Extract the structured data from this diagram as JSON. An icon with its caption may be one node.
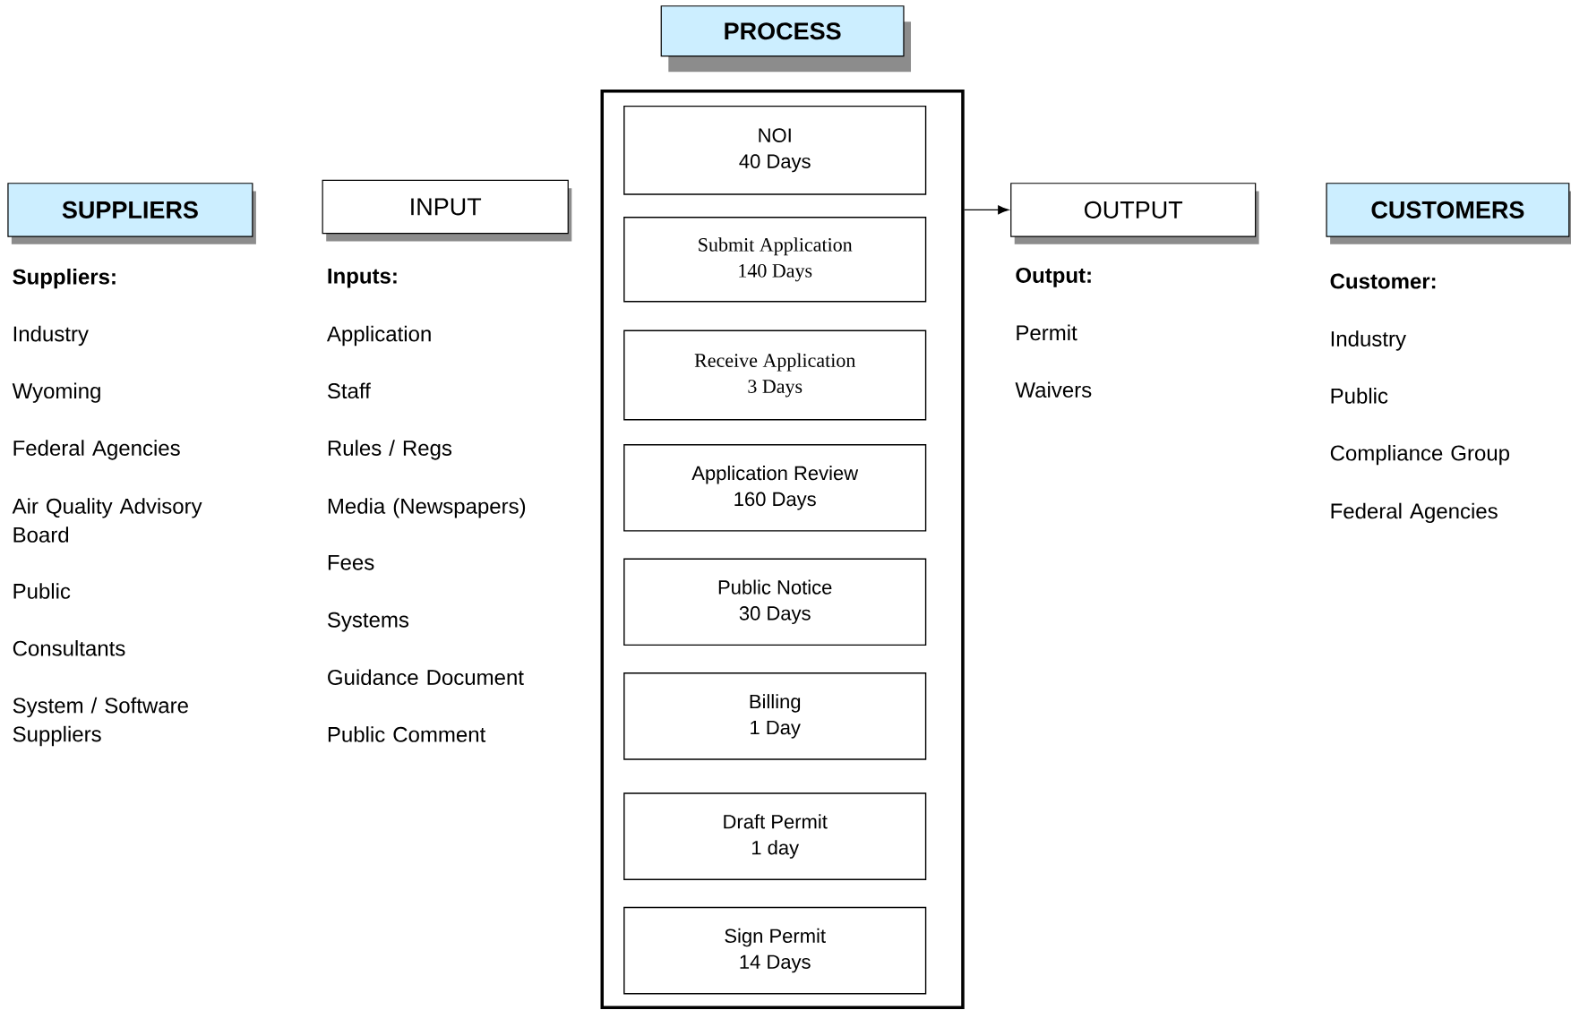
{
  "diagram": {
    "nodes": [
      {
        "text": [
          "PROCESS"
        ]
      },
      {
        "text": [],
        "shape": "box"
      },
      {
        "text": [
          "NOI",
          "40 Days"
        ],
        "in": 1
      },
      {
        "text": [
          "Submit Application",
          "140 Days"
        ],
        "in": 1
      },
      {
        "text": [
          "Receive Application",
          "3 Days"
        ],
        "in": 1
      },
      {
        "text": [
          "Application Review",
          "160 Days"
        ],
        "in": 1
      },
      {
        "text": [
          "Public Notice",
          "30 Days"
        ],
        "in": 1
      },
      {
        "text": [
          "Billing",
          "1 Day"
        ],
        "in": 1
      },
      {
        "text": [
          "Draft Permit",
          "1 day"
        ],
        "in": 1
      },
      {
        "text": [
          "Sign Permit",
          "14 Days"
        ],
        "in": 1
      },
      {
        "text": [
          "SUPPLIERS"
        ]
      },
      {
        "text": [
          "INPUT"
        ]
      },
      {
        "text": [
          "OUTPUT"
        ]
      },
      {
        "text": [
          "CUSTOMERS"
        ]
      }
    ],
    "edges": [
      {
        "from": 1,
        "to": 12,
        "arrow": "to"
      }
    ],
    "labels": [
      "Suppliers:",
      "Industry",
      "Wyoming",
      "Federal Agencies",
      "Air Quality Advisory Board",
      "Public",
      "Consultants",
      "System / Software Suppliers",
      "Inputs:",
      "Application",
      "Staff",
      "Rules / Regs",
      "Media (Newspapers)",
      "Fees",
      "Systems",
      "Guidance Document",
      "Public Comment",
      "Output:",
      "Permit",
      "Waivers",
      "Customer:",
      "Industry",
      "Public",
      "Compliance Group",
      "Federal Agencies"
    ]
  }
}
